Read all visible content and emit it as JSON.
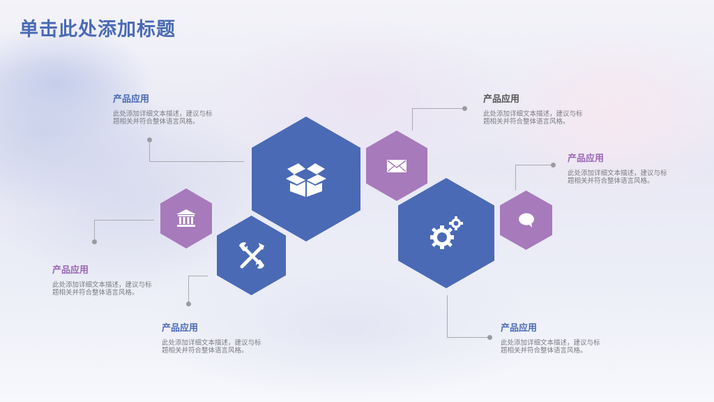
{
  "slide": {
    "title": "单击此处添加标题"
  },
  "colors": {
    "blue": "#4a6ab5",
    "purple": "#a77abb",
    "connector": "#a9a9b0"
  },
  "blocks": [
    {
      "id": "top-left",
      "heading": "产品应用",
      "heading_color": "blue",
      "desc": "此处添加详细文本描述，建议与标题相关并符合整体语言风格。"
    },
    {
      "id": "mid-left",
      "heading": "产品应用",
      "heading_color": "purple",
      "desc": "此处添加详细文本描述，建议与标题相关并符合整体语言风格。"
    },
    {
      "id": "bottom-left",
      "heading": "产品应用",
      "heading_color": "blue",
      "desc": "此处添加详细文本描述，建议与标题相关并符合整体语言风格。"
    },
    {
      "id": "top-right",
      "heading": "产品应用",
      "heading_color": "gray",
      "desc": "此处添加详细文本描述，建议与标题相关并符合整体语言风格。"
    },
    {
      "id": "mid-right",
      "heading": "产品应用",
      "heading_color": "purple",
      "desc": "此处添加详细文本描述，建议与标题相关并符合整体语言风格。"
    },
    {
      "id": "bottom-right",
      "heading": "产品应用",
      "heading_color": "blue",
      "desc": "此处添加详细文本描述，建议与标题相关并符合整体语言风格。"
    }
  ],
  "hexagons": [
    {
      "icon": "open-box-icon",
      "color": "blue"
    },
    {
      "icon": "envelope-icon",
      "color": "purple"
    },
    {
      "icon": "bank-icon",
      "color": "purple"
    },
    {
      "icon": "tools-icon",
      "color": "blue"
    },
    {
      "icon": "gears-icon",
      "color": "blue"
    },
    {
      "icon": "speech-bubble-icon",
      "color": "purple"
    }
  ]
}
